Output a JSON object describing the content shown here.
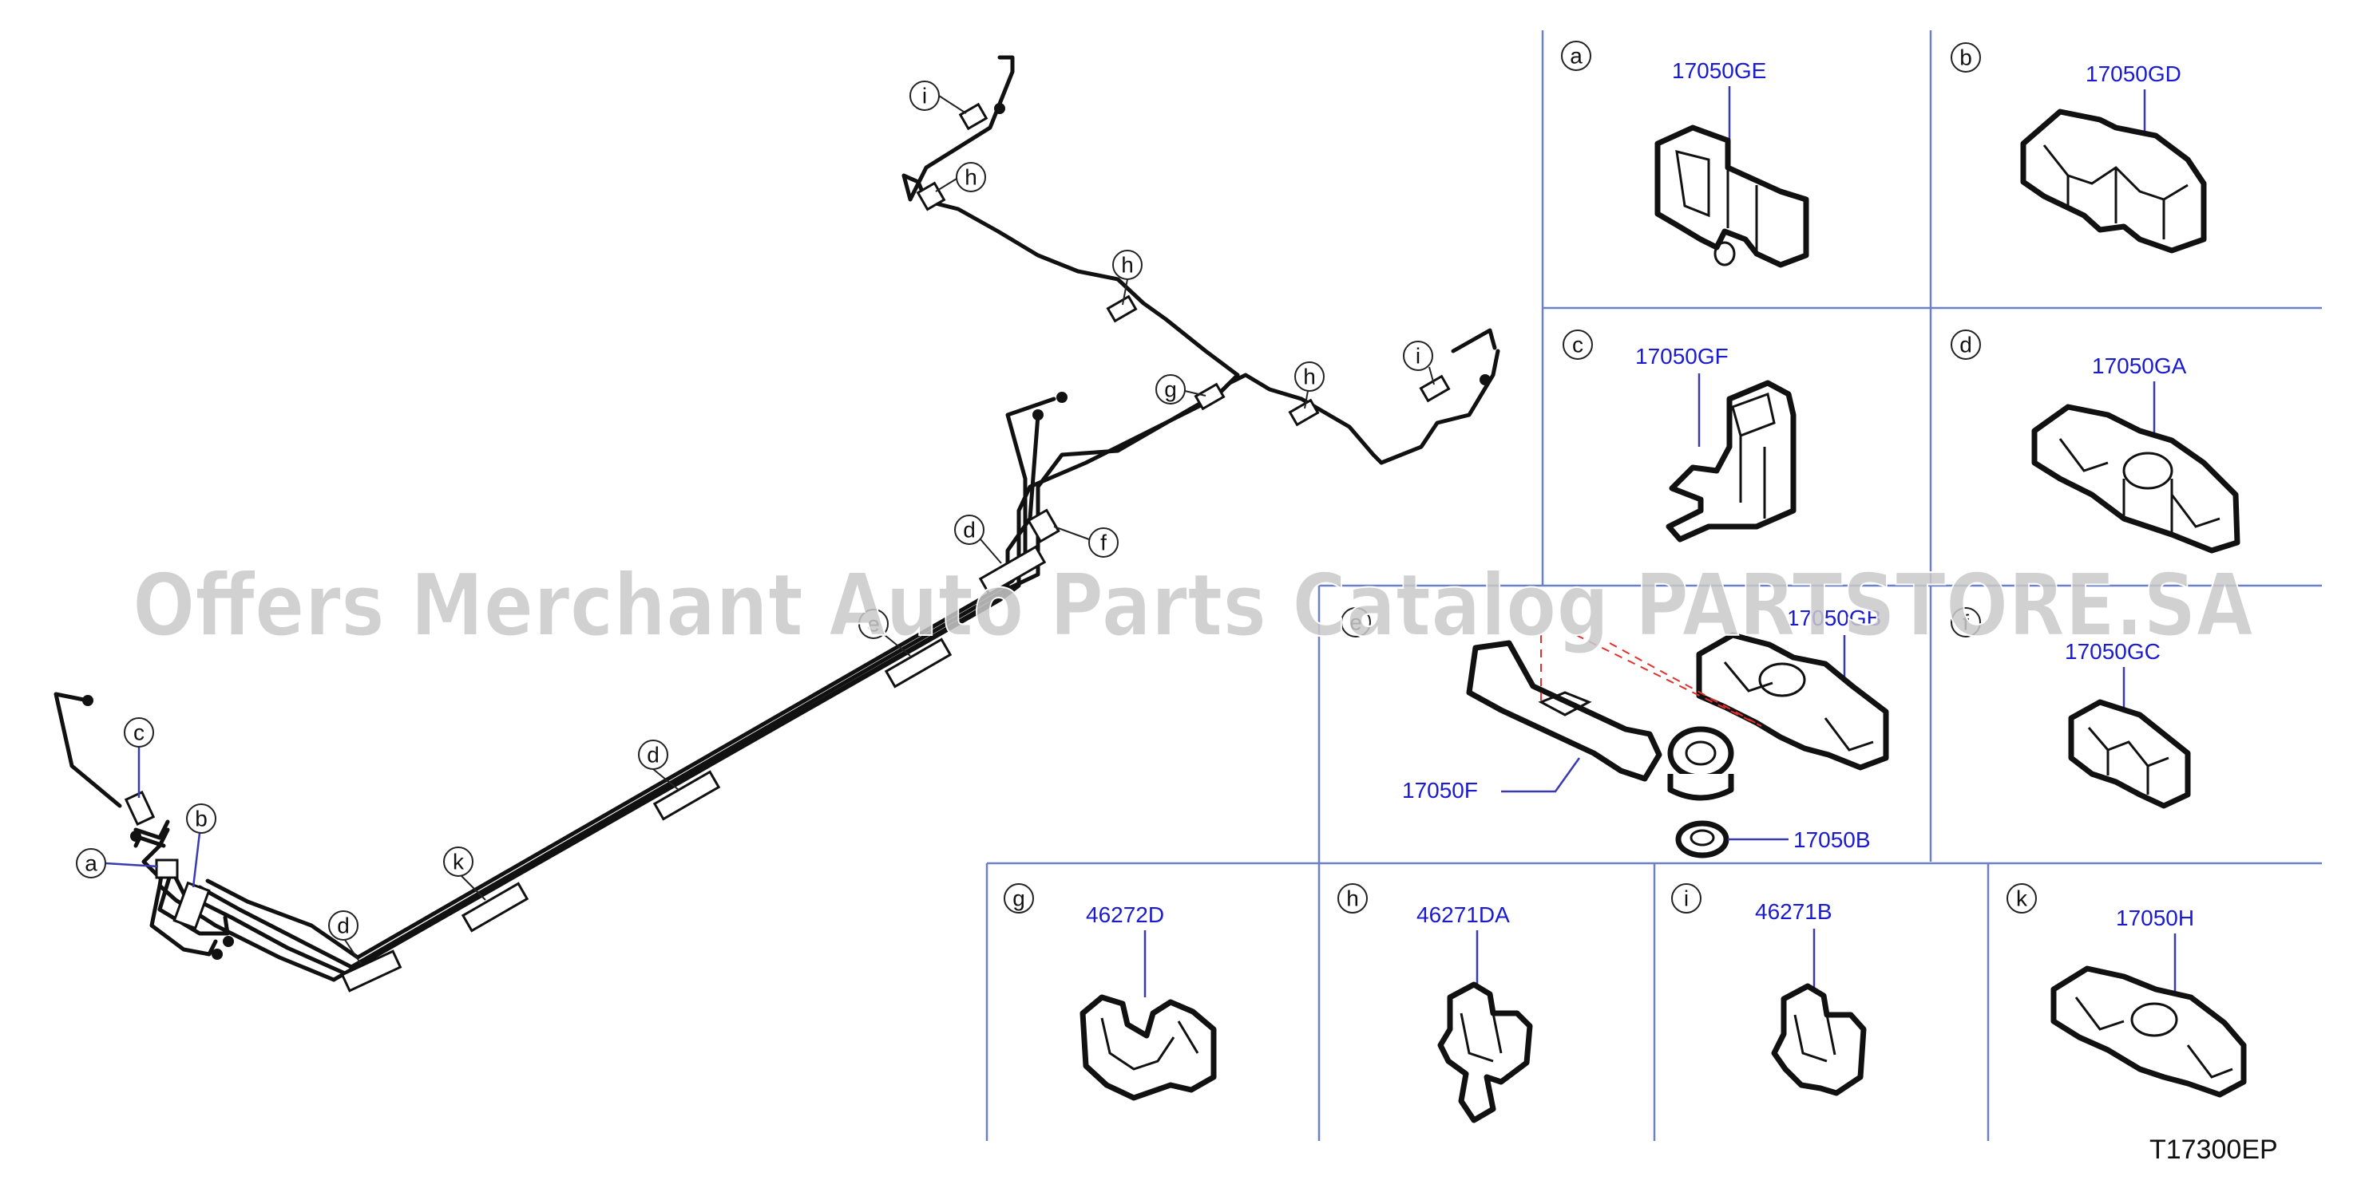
{
  "diagram": {
    "callouts": [
      {
        "id": "main-i-top",
        "label": "i"
      },
      {
        "id": "main-h-top",
        "label": "h"
      },
      {
        "id": "main-h-mid",
        "label": "h"
      },
      {
        "id": "main-g",
        "label": "g"
      },
      {
        "id": "main-h-right",
        "label": "h"
      },
      {
        "id": "main-i-right",
        "label": "i"
      },
      {
        "id": "main-d-upper",
        "label": "d"
      },
      {
        "id": "main-f",
        "label": "f"
      },
      {
        "id": "main-e",
        "label": "e"
      },
      {
        "id": "main-d-mid",
        "label": "d"
      },
      {
        "id": "main-k",
        "label": "k"
      },
      {
        "id": "main-d-lower",
        "label": "d"
      },
      {
        "id": "main-c",
        "label": "c"
      },
      {
        "id": "main-b",
        "label": "b"
      },
      {
        "id": "main-a",
        "label": "a"
      }
    ],
    "panels": [
      {
        "letter": "a",
        "parts": [
          "17050GE"
        ]
      },
      {
        "letter": "b",
        "parts": [
          "17050GD"
        ]
      },
      {
        "letter": "c",
        "parts": [
          "17050GF"
        ]
      },
      {
        "letter": "d",
        "parts": [
          "17050GA"
        ]
      },
      {
        "letter": "e",
        "parts": [
          "17050GB",
          "17050F",
          "17050B"
        ]
      },
      {
        "letter": "f",
        "parts": [
          "17050GC"
        ]
      },
      {
        "letter": "g",
        "parts": [
          "46272D"
        ]
      },
      {
        "letter": "h",
        "parts": [
          "46271DA"
        ]
      },
      {
        "letter": "i",
        "parts": [
          "46271B"
        ]
      },
      {
        "letter": "k",
        "parts": [
          "17050H"
        ]
      }
    ],
    "watermark": "Offers Merchant Auto Parts Catalog PARTSTORE.SA",
    "drawing_code": "T17300EP",
    "colors": {
      "part_number": "#1a1ad0",
      "grid": "#6b80c8",
      "dash": "#e03030",
      "watermark": "#c9c9c9"
    }
  }
}
